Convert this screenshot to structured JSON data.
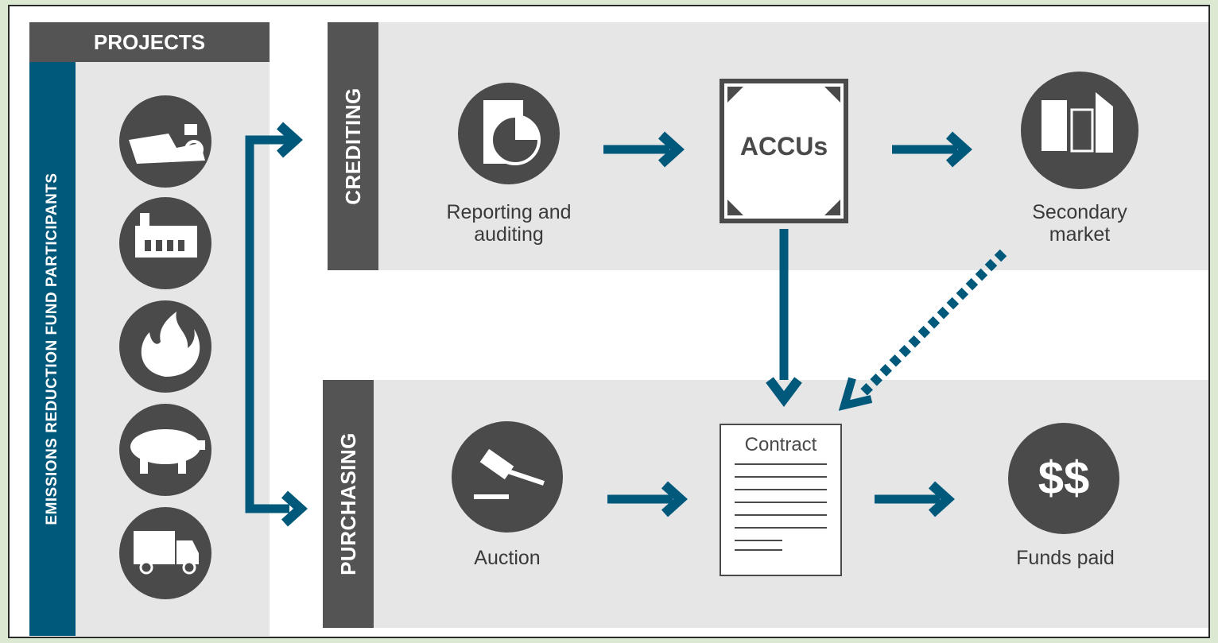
{
  "projects": {
    "header": "PROJECTS",
    "sidebar_title": "EMISSIONS REDUCTION FUND PARTICIPANTS",
    "icons": [
      "construction-machinery-icon",
      "factory-icon",
      "fire-icon",
      "pig-icon",
      "truck-icon"
    ]
  },
  "crediting": {
    "title": "CREDITING",
    "reporting_label": "Reporting and auditing",
    "accus_label": "ACCUs",
    "secondary_label": "Secondary market"
  },
  "purchasing": {
    "title": "PURCHASING",
    "auction_label": "Auction",
    "contract_label": "Contract",
    "funds_label": "Funds paid",
    "funds_symbol": "$$"
  },
  "colors": {
    "arrow": "#00587a",
    "panel": "#e6e6e6",
    "band": "#545454",
    "icon_circle": "#4a4a4a"
  }
}
